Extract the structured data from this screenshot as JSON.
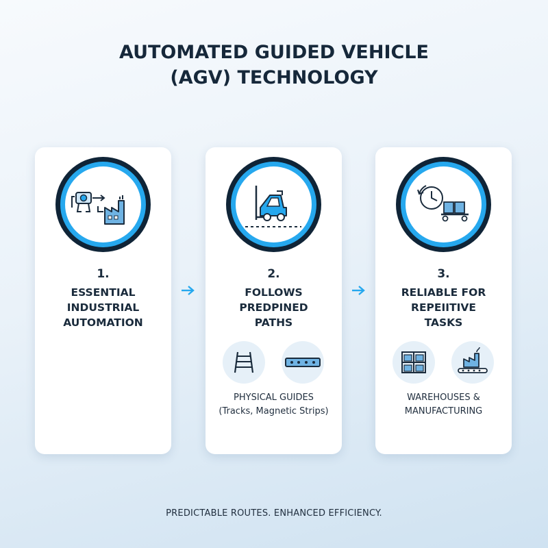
{
  "title": {
    "line1": "AUTOMATED GUIDED VEHICLE",
    "line2": "(AGV) TECHNOLOGY"
  },
  "steps": [
    {
      "number": "1.",
      "label_lines": [
        "ESSENTIAL",
        "INDUSTRIAL",
        "AUTOMATION"
      ],
      "icon": "robot-to-factory-icon"
    },
    {
      "number": "2.",
      "label_lines": [
        "FOLLOWS",
        "PREDPINED",
        "PATHS"
      ],
      "icon": "forklift-agv-icon",
      "sub_icons": [
        "track-ladder-icon",
        "magnetic-strip-icon"
      ],
      "sub_text_lines": [
        "PHYSICAL GUIDES",
        "(Tracks, Magnetic Strips)"
      ]
    },
    {
      "number": "3.",
      "label_lines": [
        "RELIABLE FOR",
        "REPEIITIVE",
        "TASKS"
      ],
      "icon": "clock-cart-icon",
      "sub_icons": [
        "warehouse-shelves-icon",
        "factory-conveyor-icon"
      ],
      "sub_text_lines": [
        "WAREHOUSES &",
        "MANUFACTURING"
      ]
    }
  ],
  "footer": "PREDICTABLE ROUTES. ENHANCED EFFICIENCY.",
  "colors": {
    "accent": "#26a8ee",
    "dark": "#0f2437",
    "icon_fill": "#6fb3e3"
  }
}
